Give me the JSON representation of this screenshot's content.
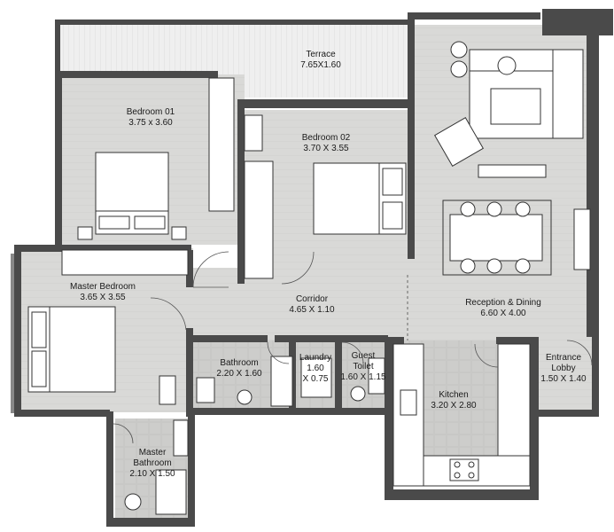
{
  "colors": {
    "wall": "#4a4a4a",
    "floor_wood": "#d9d9d7",
    "floor_tile": "#c9c9c7",
    "terrace": "#eeeeee",
    "furniture": "#ffffff",
    "line": "#333333"
  },
  "rooms": {
    "terrace": {
      "name": "Terrace",
      "dims": "7.65X1.60"
    },
    "bedroom1": {
      "name": "Bedroom 01",
      "dims": "3.75 x 3.60"
    },
    "bedroom2": {
      "name": "Bedroom 02",
      "dims": "3.70 X 3.55"
    },
    "master": {
      "name": "Master Bedroom",
      "dims": "3.65 X 3.55"
    },
    "corridor": {
      "name": "Corridor",
      "dims": "4.65 X 1.10"
    },
    "reception": {
      "name": "Reception & Dining",
      "dims": "6.60 X 4.00"
    },
    "bathroom": {
      "name": "Bathroom",
      "dims": "2.20 X 1.60"
    },
    "laundry": {
      "name": "Laundry",
      "dims_a": "1.60",
      "dims_b": "X 0.75"
    },
    "guest": {
      "name_a": "Guest",
      "name_b": "Toilet",
      "dims": "1.60 X 1.15"
    },
    "kitchen": {
      "name": "Kitchen",
      "dims": "3.20 X 2.80"
    },
    "entrance": {
      "name_a": "Entrance",
      "name_b": "Lobby",
      "dims": "1.50 X 1.40"
    },
    "master_bath": {
      "name_a": "Master",
      "name_b": "Bathroom",
      "dims": "2.10 X 1.50"
    }
  }
}
